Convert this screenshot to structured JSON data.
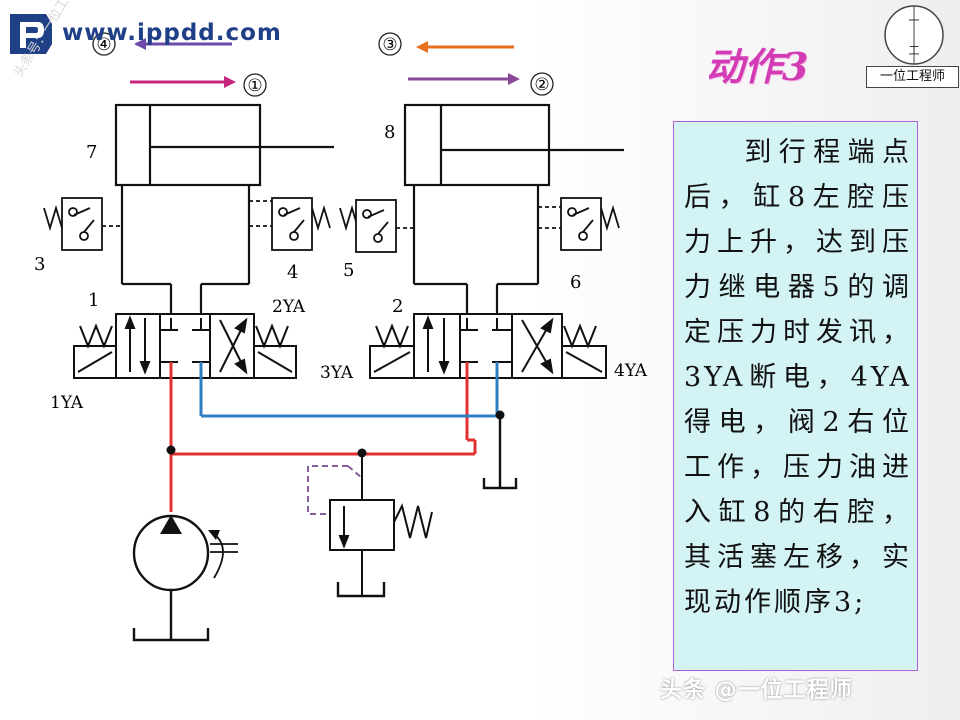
{
  "site": {
    "url": "www.ippdd.com",
    "vertical_mark": "头条号：一位工程师"
  },
  "title": "动作3",
  "logo": {
    "caption": "一位工程师",
    "glyph_top": "一",
    "glyph_bottom": "工"
  },
  "description": {
    "first_line": "到行程端",
    "body": "点后，缸8左腔压力上升，达到压力继电器5的调定压力时发讯，3YA断电，4YA得电，阀2右位工作，压力油进入缸8的右腔，其活塞左移，实现动作顺序3;"
  },
  "bottom_watermark": "头条 @一位工程师",
  "diagram": {
    "step_markers": [
      "①",
      "②",
      "③",
      "④"
    ],
    "component_labels": {
      "cyl_left": "7",
      "cyl_right": "8",
      "switch_3": "3",
      "switch_4": "4",
      "switch_5": "5",
      "switch_6": "6",
      "valve_1": "1",
      "valve_2": "2",
      "sol_1ya": "1YA",
      "sol_2ya": "2YA",
      "sol_3ya": "3YA",
      "sol_4ya": "4YA"
    }
  },
  "colors": {
    "pressure_line": "#e03030",
    "return_line": "#2f7fc0",
    "arrow_magenta": "#c8267d",
    "arrow_orange": "#e8701c",
    "arrow_purple": "#6b4aa8",
    "relief_pilot": "#8a5aa0"
  }
}
